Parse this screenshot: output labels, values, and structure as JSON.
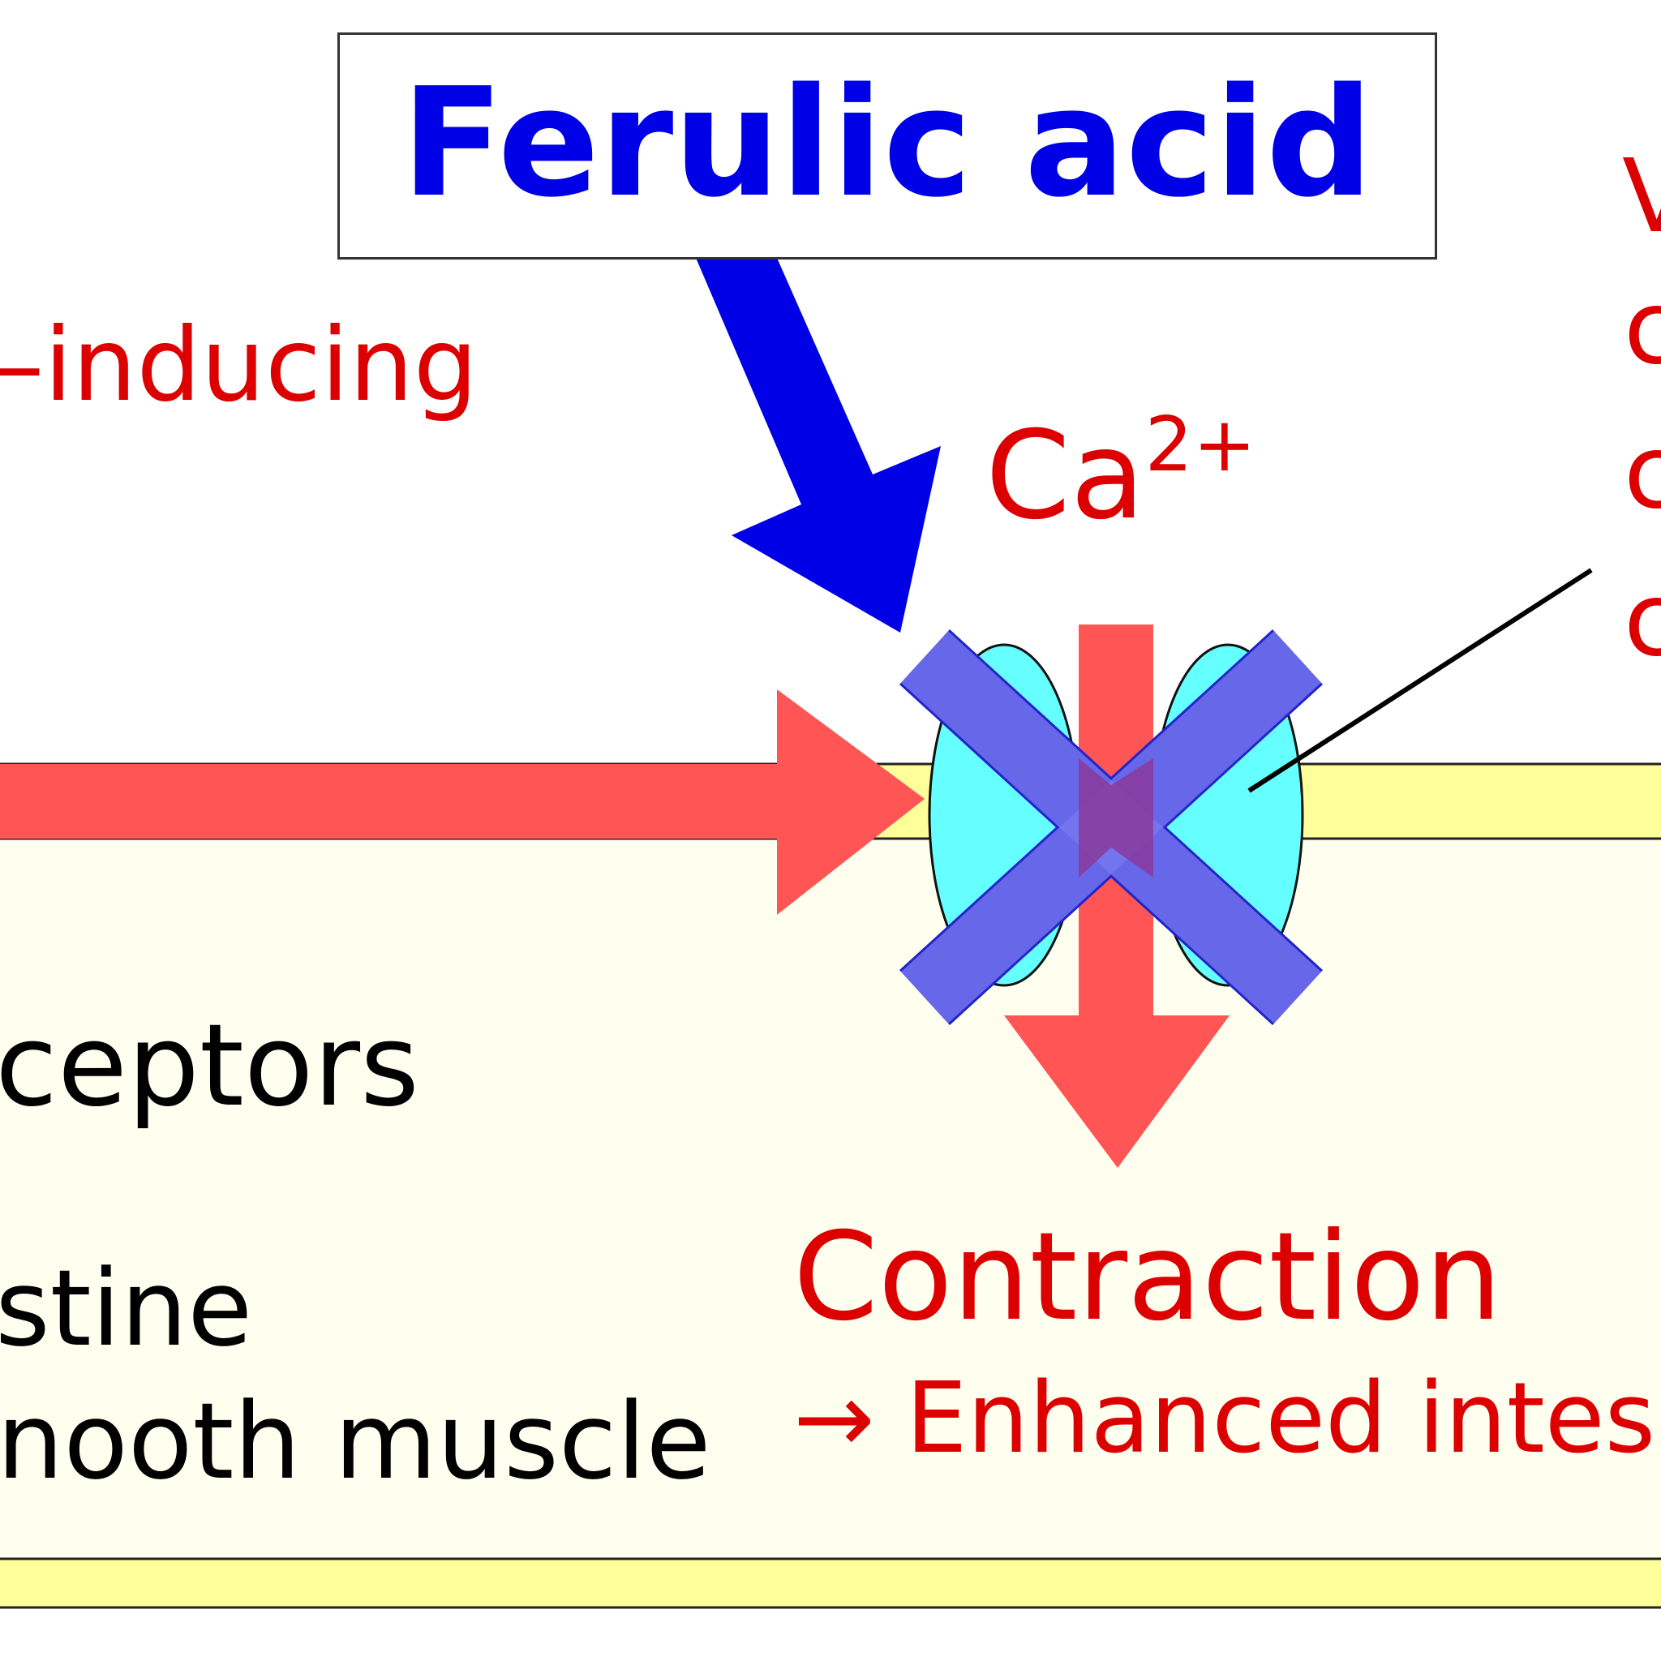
{
  "title": "Ferulic acid",
  "labels": {
    "inducing": "–inducing",
    "calcium_base": "Ca",
    "calcium_charge": "2+",
    "right_fragment": "V",
    "right_letters": [
      "c",
      "c",
      "c"
    ],
    "receptors": "ceptors",
    "intestine": "stine",
    "smooth_muscle": "nooth muscle",
    "contraction": "Contraction",
    "enhanced": "→ Enhanced intes"
  },
  "colors": {
    "title_blue": "#0000e6",
    "text_red": "#dd0000",
    "arrow_red": "#ff5555",
    "membrane_yellow": "#ffff99",
    "cell_interior": "#fffff0",
    "channel_cyan": "#66ffff",
    "cross_blue": "#7878f0",
    "cross_border": "#2323cc",
    "pore_purple": "#8a3a9a"
  },
  "icons": {
    "ferulic_arrow": "diagonal-down-arrow",
    "influx_arrow": "right-arrow",
    "contraction_arrow": "down-arrow",
    "channel": "calcium-channel",
    "block_mark": "x-mark"
  }
}
